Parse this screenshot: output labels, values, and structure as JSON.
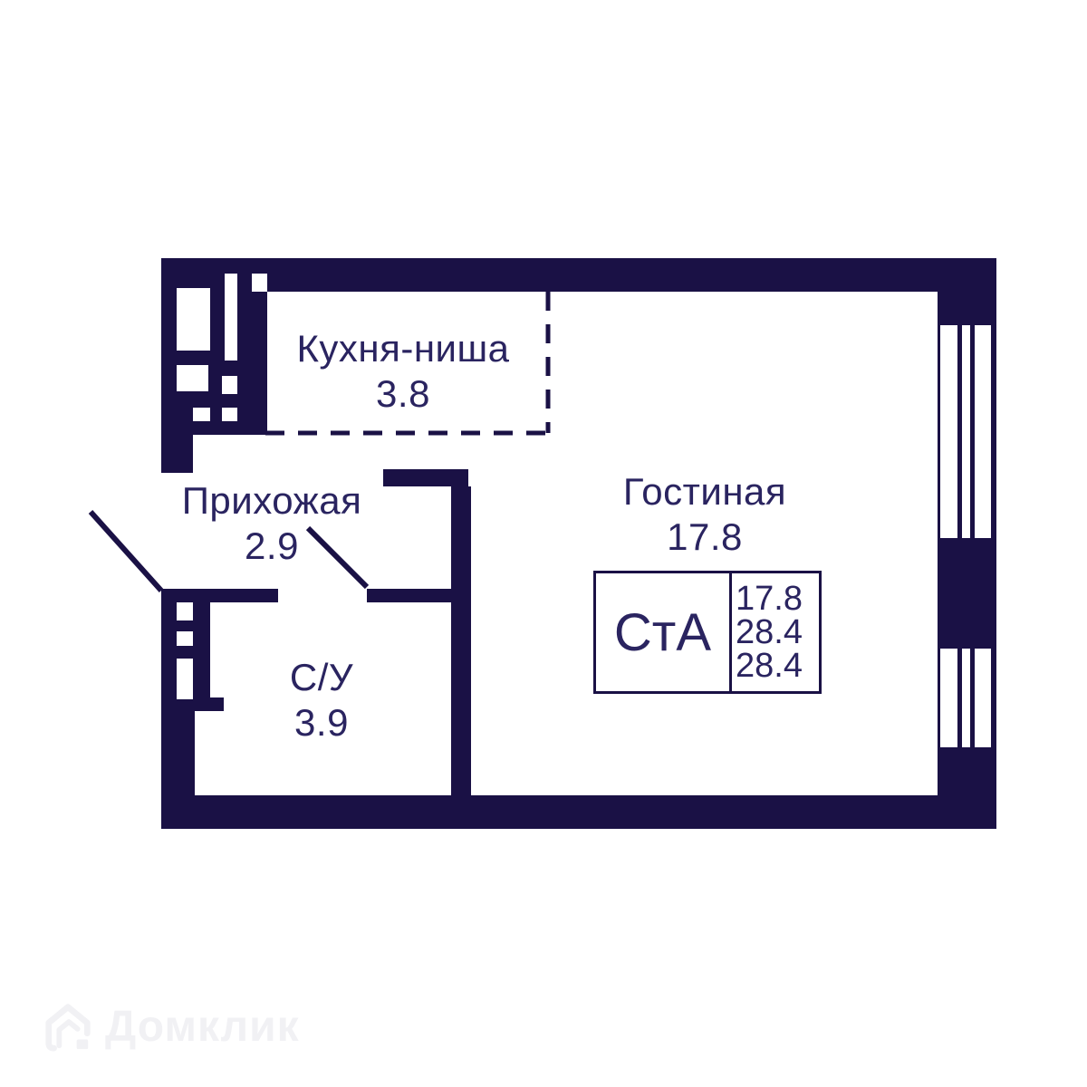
{
  "colors": {
    "wall": "#1a1145",
    "text": "#2a2460",
    "watermark": "#f1f1f4"
  },
  "rooms": [
    {
      "id": "kitchen",
      "label": "Кухня-ниша",
      "area": "3.8"
    },
    {
      "id": "hallway",
      "label": "Прихожая",
      "area": "2.9"
    },
    {
      "id": "living",
      "label": "Гостиная",
      "area": "17.8"
    },
    {
      "id": "bathroom",
      "label": "С/У",
      "area": "3.9"
    }
  ],
  "info_box": {
    "type_label": "СтА",
    "values": [
      "17.8",
      "28.4",
      "28.4"
    ]
  },
  "watermark": {
    "brand": "Домклик"
  }
}
